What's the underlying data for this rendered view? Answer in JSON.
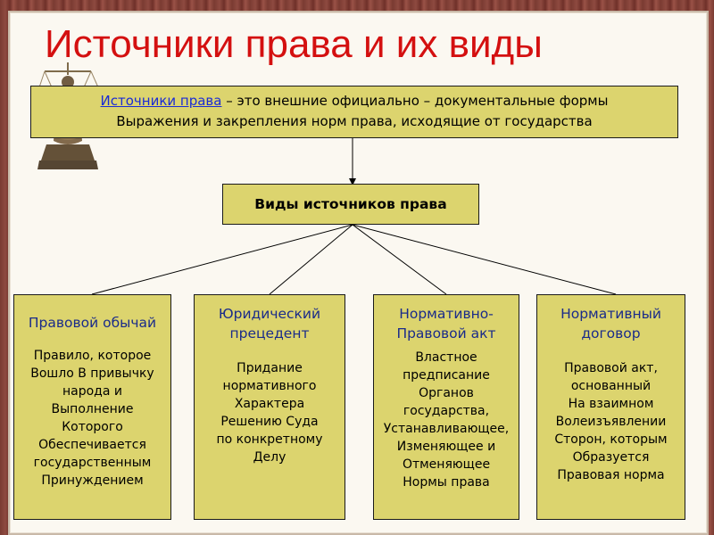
{
  "title": "Источники права и их виды",
  "definition": {
    "term": "Источники права",
    "line1_rest": " – это внешние официально – документальные формы",
    "line2": "Выражения и закрепления норм права, исходящие от государства"
  },
  "types_label": "Виды источников права",
  "columns": [
    {
      "head": [
        "Правовой обычай"
      ],
      "body": [
        "Правило, которое",
        "Вошло В привычку",
        "народа и",
        "Выполнение",
        "Которого",
        "Обеспечивается",
        "государственным",
        "Принуждением"
      ]
    },
    {
      "head": [
        "Юридический",
        "прецедент"
      ],
      "body": [
        "Придание",
        "нормативного",
        "Характера",
        "Решению Суда",
        "по конкретному",
        "Делу"
      ]
    },
    {
      "head": [
        "Нормативно-",
        "Правовой акт"
      ],
      "body": [
        "Властное",
        "предписание",
        "Органов",
        "государства,",
        "Устанавливающее,",
        "Изменяющее и",
        "Отменяющее",
        "Нормы права"
      ]
    },
    {
      "head": [
        "Нормативный",
        "договор"
      ],
      "body": [
        "Правовой акт,",
        "основанный",
        "На взаимном",
        "Волеизъявлении",
        "Сторон, которым",
        "Образуется",
        "Правовая норма"
      ]
    }
  ],
  "colors": {
    "title": "#d41010",
    "box_fill": "#dcd46e",
    "term_link": "#1a2bd6",
    "heading_blue": "#1a2b8a",
    "frame": "#7a3b32"
  }
}
